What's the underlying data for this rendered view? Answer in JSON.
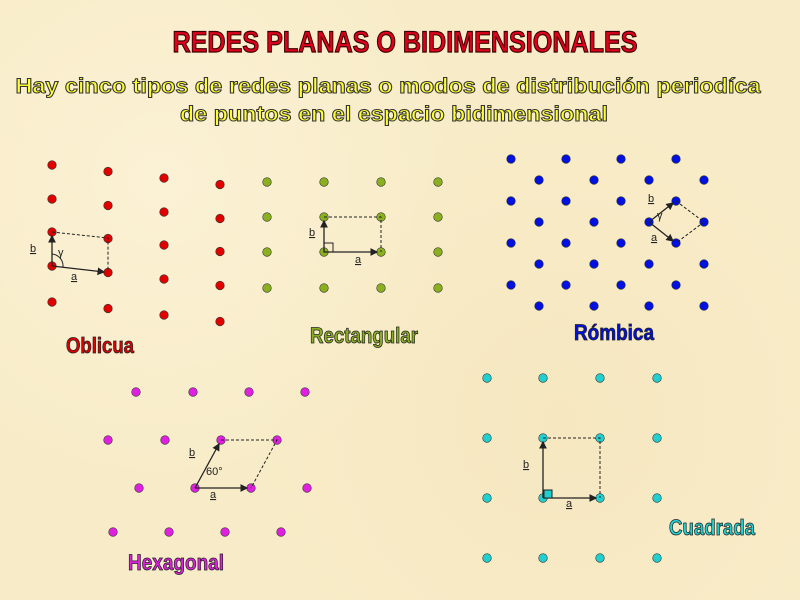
{
  "title": "REDES PLANAS O BIDIMENSIONALES",
  "subtitle_line1": "Hay cinco tipos de redes planas o modos de  distribución  periodíca",
  "subtitle_line2": "de puntos  en el espacio bidimensional",
  "lattices": {
    "oblicua": {
      "name": "Oblicua",
      "color": "#e00000",
      "vector_a": "a",
      "vector_b": "b",
      "angle": "γ"
    },
    "rectangular": {
      "name": "Rectangular",
      "color": "#8ab020",
      "vector_a": "a",
      "vector_b": "b"
    },
    "rombica": {
      "name": "Rómbica",
      "color": "#0010e0",
      "vector_a": "a",
      "vector_b": "b",
      "angle": "γ"
    },
    "hexagonal": {
      "name": "Hexagonal",
      "color": "#e020e0",
      "vector_a": "a",
      "vector_b": "b",
      "angle": "60°"
    },
    "cuadrada": {
      "name": "Cuadrada",
      "color": "#20d0d0",
      "vector_a": "a",
      "vector_b": "b"
    }
  }
}
